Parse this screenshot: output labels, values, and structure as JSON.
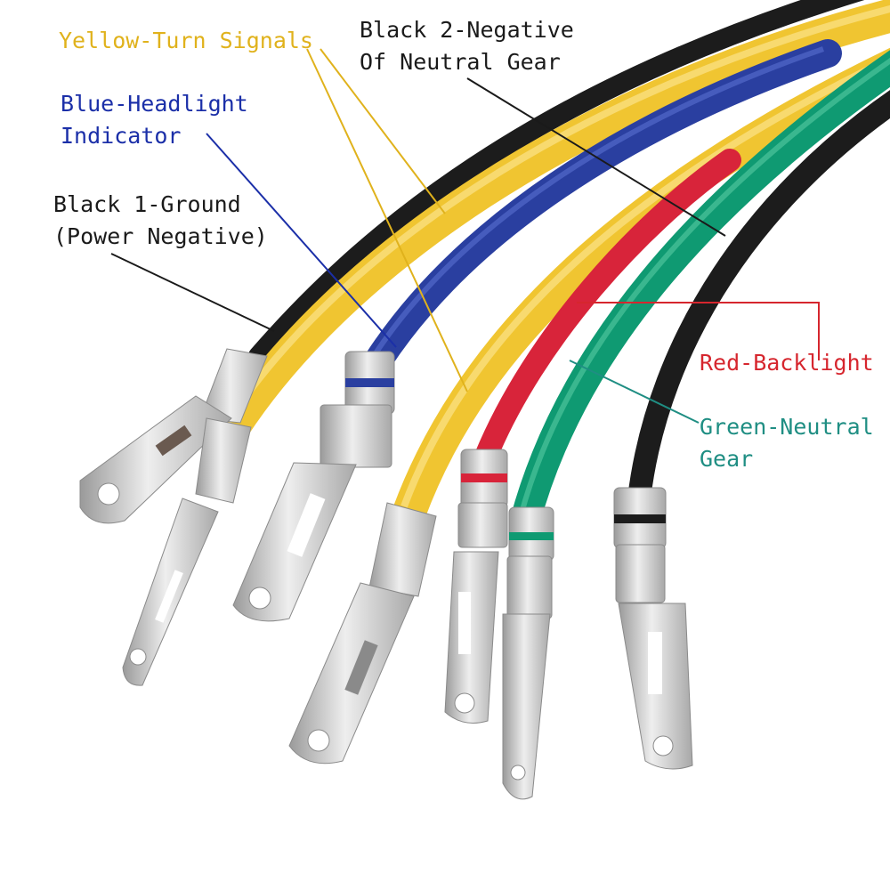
{
  "labels": {
    "yellow": {
      "lines": [
        "Yellow-Turn Signals"
      ],
      "color": "#e0b21c"
    },
    "black2": {
      "lines": [
        "Black 2-Negative",
        "Of Neutral Gear"
      ],
      "color": "#1a1a1a"
    },
    "blue": {
      "lines": [
        "Blue-Headlight",
        "Indicator"
      ],
      "color": "#1b2fa8"
    },
    "black1": {
      "lines": [
        "Black 1-Ground",
        "(Power Negative)"
      ],
      "color": "#1a1a1a"
    },
    "red": {
      "lines": [
        "Red-Backlight"
      ],
      "color": "#d6262e"
    },
    "green": {
      "lines": [
        "Green-Neutral",
        "Gear"
      ],
      "color": "#1f8e83"
    }
  },
  "wire_colors": {
    "yellow": "#f0c531",
    "blue": "#2a3fa0",
    "red": "#d8243a",
    "green": "#0f9a72",
    "black": "#1c1c1c",
    "terminal": "#c9c9c9"
  }
}
